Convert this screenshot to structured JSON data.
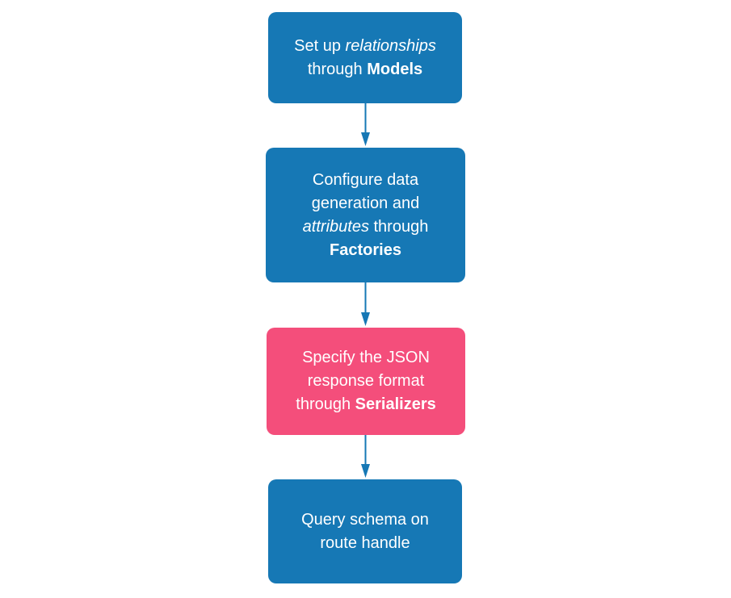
{
  "colors": {
    "box_blue": "#1678b5",
    "box_pink": "#f44e7b",
    "text": "#ffffff",
    "arrow": "#1678b5",
    "background": "#ffffff"
  },
  "flow": {
    "boxes": [
      {
        "name": "models",
        "color_key": "blue",
        "lines": [
          [
            {
              "text": "Set up "
            },
            {
              "text": "relationships",
              "style": "italic"
            }
          ],
          [
            {
              "text": "through "
            },
            {
              "text": "Models",
              "style": "bold"
            }
          ]
        ]
      },
      {
        "name": "factories",
        "color_key": "blue",
        "lines": [
          [
            {
              "text": "Configure data"
            }
          ],
          [
            {
              "text": "generation and"
            }
          ],
          [
            {
              "text": "attributes",
              "style": "italic"
            },
            {
              "text": " through"
            }
          ],
          [
            {
              "text": "Factories",
              "style": "bold"
            }
          ]
        ]
      },
      {
        "name": "serializers",
        "color_key": "pink",
        "lines": [
          [
            {
              "text": "Specify the JSON"
            }
          ],
          [
            {
              "text": "response format"
            }
          ],
          [
            {
              "text": "through "
            },
            {
              "text": "Serializers",
              "style": "bold"
            }
          ]
        ]
      },
      {
        "name": "query",
        "color_key": "blue",
        "lines": [
          [
            {
              "text": "Query schema on"
            }
          ],
          [
            {
              "text": "route handle"
            }
          ]
        ]
      }
    ],
    "connectors": [
      {
        "from": "models",
        "to": "factories"
      },
      {
        "from": "factories",
        "to": "serializers"
      },
      {
        "from": "serializers",
        "to": "query"
      }
    ]
  }
}
